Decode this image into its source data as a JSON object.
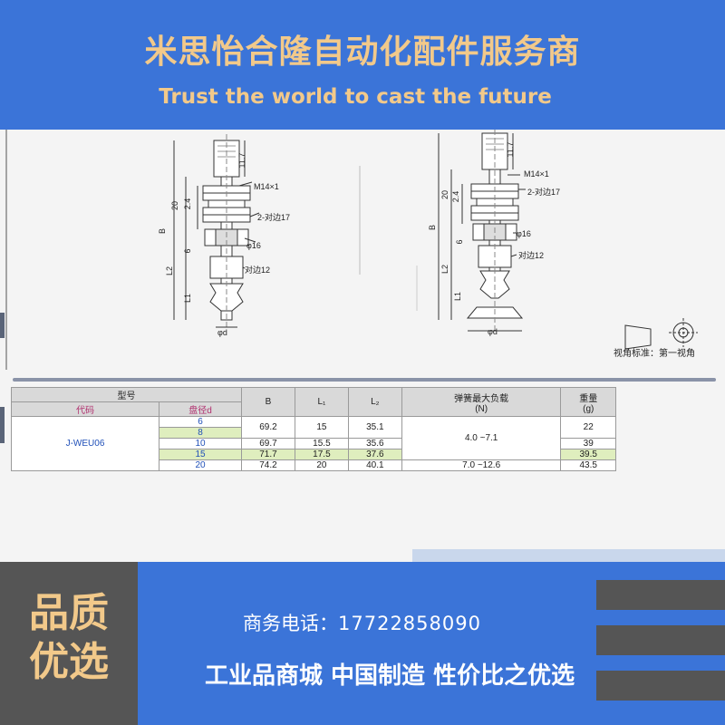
{
  "banner": {
    "title": "米思怡合隆自动化配件服务商",
    "slogan": "Trust  the world to cast the future"
  },
  "drawing": {
    "left_view": {
      "dim_top": "11.7",
      "dim_20": "20",
      "dim_24": "2.4",
      "dim_B": "B",
      "dim_6": "6",
      "dim_L2": "L2",
      "dim_L1": "L1",
      "label_thread": "M14×1",
      "label_nut": "2-对边17",
      "label_dia16": "φ16",
      "label_hex12": "对边12",
      "label_dia_d": "φd"
    },
    "right_view": {
      "dim_top": "11.7",
      "dim_20": "20",
      "dim_24": "2.4",
      "dim_B": "B",
      "dim_6": "6",
      "dim_L2": "L2",
      "dim_L1": "L1",
      "label_thread": "M14×1",
      "label_nut": "2-对边17",
      "label_dia16": "φ16",
      "label_hex12": "对边12",
      "label_dia_d": "φd"
    },
    "view_standard": "视角标准：第一视角"
  },
  "table": {
    "header_model": "型号",
    "header_code": "代码",
    "header_diameter": "盘径d",
    "header_B": "B",
    "header_L1": "L₁",
    "header_L2": "L₂",
    "header_spring": "弹簧最大负载",
    "header_spring_unit": "(N)",
    "header_weight": "重量",
    "header_weight_unit": "(g)",
    "code": "J-WEU06",
    "rows": [
      {
        "d": "6",
        "B": "69.2",
        "L1": "15",
        "L2": "35.1",
        "weight": "22"
      },
      {
        "d": "8",
        "B": "",
        "L1": "",
        "L2": "",
        "weight": ""
      },
      {
        "d": "10",
        "B": "69.7",
        "L1": "15.5",
        "L2": "35.6",
        "weight": "39"
      },
      {
        "d": "15",
        "B": "71.7",
        "L1": "17.5",
        "L2": "37.6",
        "weight": "39.5"
      },
      {
        "d": "20",
        "B": "74.2",
        "L1": "20",
        "L2": "40.1",
        "weight": "43.5"
      }
    ],
    "spring_load_a": "4.0 ~7.1",
    "spring_load_b": "7.0 ~12.6"
  },
  "footer": {
    "quality_line1": "品质",
    "quality_line2": "优选",
    "phone_label": "商务电话：",
    "phone_number": "17722858090",
    "slogan": "工业品商城 中国制造 性价比之优选"
  },
  "colors": {
    "banner_blue": "#3b74d8",
    "gold_text": "#f2c98a",
    "dark_gray": "#555555",
    "row_green": "#dfeebe",
    "diameter_blue": "#1f4fb8",
    "header_pink": "#b0306e"
  }
}
